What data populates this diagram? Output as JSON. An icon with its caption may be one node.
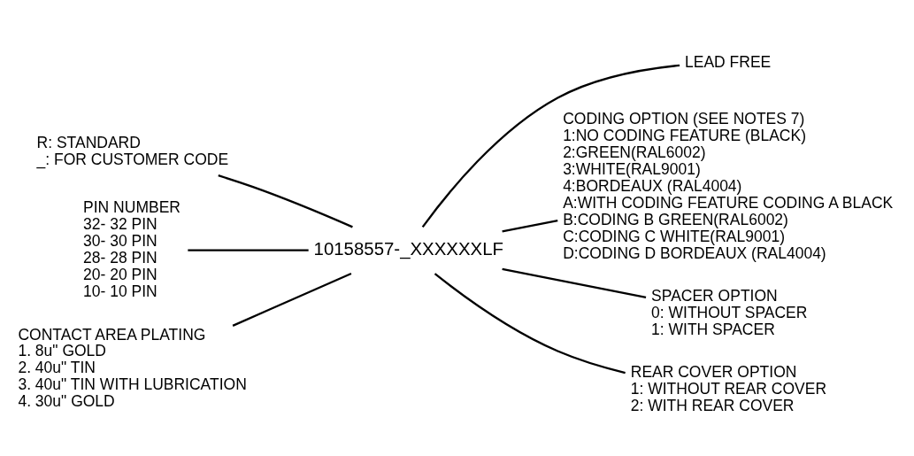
{
  "diagram": {
    "nodes": [
      {
        "text": [
          "10158557-_XXXXXXLF"
        ]
      },
      {
        "text": [
          "R: STANDARD",
          "_: FOR CUSTOMER CODE"
        ]
      },
      {
        "text": [
          "PIN NUMBER",
          "32- 32 PIN",
          "30- 30 PIN",
          "28- 28 PIN",
          "20- 20 PIN",
          "10- 10 PIN"
        ]
      },
      {
        "text": [
          "CONTACT AREA PLATING",
          "1. 8u\" GOLD",
          "2. 40u\" TIN",
          "3. 40u\" TIN WITH LUBRICATION",
          "4. 30u\" GOLD"
        ]
      },
      {
        "text": [
          "LEAD FREE"
        ]
      },
      {
        "text": [
          "CODING OPTION (SEE NOTES 7)",
          "1:NO CODING FEATURE (BLACK)",
          "2:GREEN(RAL6002)",
          "3:WHITE(RAL9001)",
          "4:BORDEAUX (RAL4004)",
          "A:WITH CODING FEATURE CODING A BLACK",
          "B:CODING B GREEN(RAL6002)",
          "C:CODING C WHITE(RAL9001)",
          "D:CODING D BORDEAUX (RAL4004)"
        ]
      },
      {
        "text": [
          "SPACER OPTION",
          "0: WITHOUT SPACER",
          "1: WITH SPACER"
        ]
      },
      {
        "text": [
          "REAR COVER OPTION",
          "1: WITHOUT REAR COVER",
          "2: WITH REAR COVER"
        ]
      }
    ],
    "edges": [
      {
        "from": 1,
        "to": 0,
        "arrow": "none"
      },
      {
        "from": 2,
        "to": 0,
        "arrow": "none"
      },
      {
        "from": 3,
        "to": 0,
        "arrow": "none"
      },
      {
        "from": 4,
        "to": 0,
        "arrow": "none"
      },
      {
        "from": 5,
        "to": 0,
        "arrow": "none"
      },
      {
        "from": 6,
        "to": 0,
        "arrow": "none"
      },
      {
        "from": 7,
        "to": 0,
        "arrow": "none"
      }
    ]
  }
}
